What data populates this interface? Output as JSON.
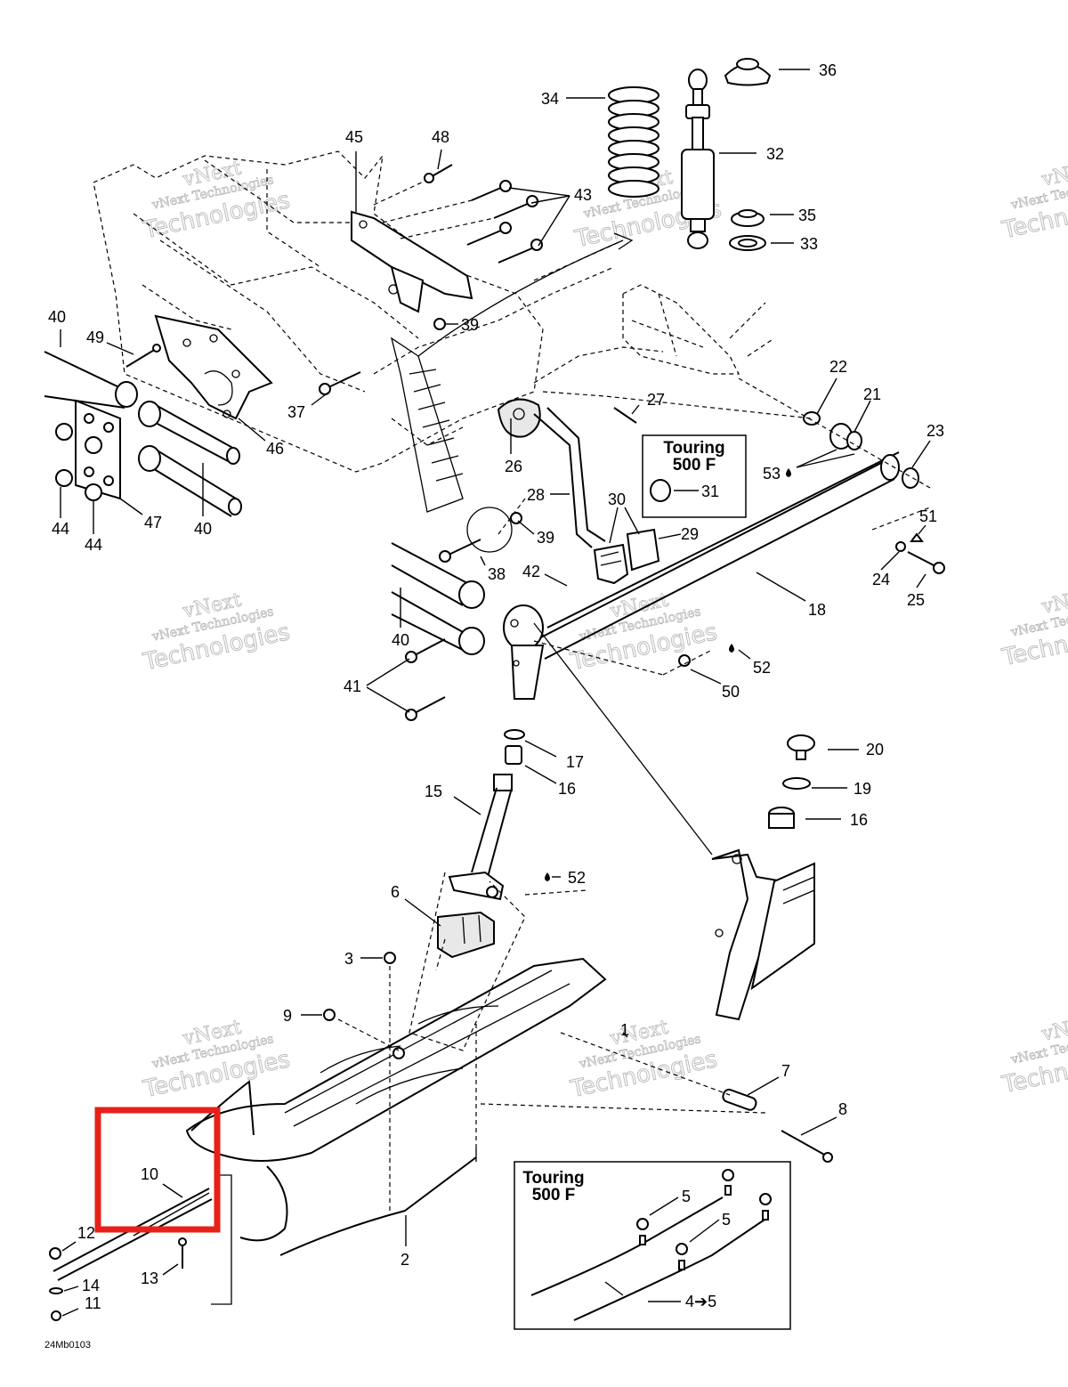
{
  "diagram_code": "24Mb0103",
  "watermark": {
    "line1": "vNext",
    "line2": "vNext Technologies",
    "line3": "Technologies"
  },
  "touring_label_1": {
    "line1": "Touring",
    "line2": "500 F"
  },
  "touring_label_2": {
    "line1": "Touring",
    "line2": "500 F"
  },
  "callouts": {
    "c1": "1",
    "c2": "2",
    "c3": "3",
    "c4_5": "4➔5",
    "c5a": "5",
    "c5b": "5",
    "c6": "6",
    "c7": "7",
    "c8": "8",
    "c9": "9",
    "c10": "10",
    "c11": "11",
    "c12": "12",
    "c13": "13",
    "c14": "14",
    "c15": "15",
    "c16a": "16",
    "c16b": "16",
    "c17": "17",
    "c18": "18",
    "c19": "19",
    "c20": "20",
    "c21": "21",
    "c22": "22",
    "c23": "23",
    "c24": "24",
    "c25": "25",
    "c26": "26",
    "c27": "27",
    "c28": "28",
    "c29": "29",
    "c30": "30",
    "c31": "31",
    "c32": "32",
    "c33": "33",
    "c34": "34",
    "c35": "35",
    "c36": "36",
    "c37": "37",
    "c38": "38",
    "c39a": "39",
    "c39b": "39",
    "c40a": "40",
    "c40b": "40",
    "c40c": "40",
    "c41": "41",
    "c42": "42",
    "c43": "43",
    "c44a": "44",
    "c44b": "44",
    "c45": "45",
    "c46": "46",
    "c47": "47",
    "c48": "48",
    "c49": "49",
    "c50": "50",
    "c51": "51",
    "c52a": "52",
    "c52b": "52",
    "c53": "53"
  },
  "highlight": {
    "color": "#e8201a",
    "target_callout": "10"
  }
}
